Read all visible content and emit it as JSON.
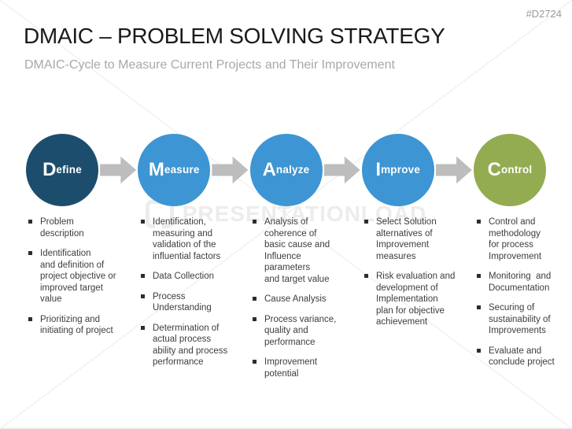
{
  "slide_id": "#D2724",
  "header": {
    "title": "DMAIC – PROBLEM SOLVING STRATEGY",
    "subtitle": "DMAIC-Cycle to Measure Current Projects and Their Improvement"
  },
  "watermark": {
    "text": "PRESENTATIONLOAD"
  },
  "colors": {
    "arrow": "#bdbdbd",
    "watermark": "#ececec"
  },
  "steps": [
    {
      "name": "Define",
      "initial": "D",
      "rest": "efine",
      "color": "#1d4d6d",
      "bullets": [
        "Problem\ndescription",
        "Identification\nand definition of\nproject objective or\nimproved target\nvalue",
        "Prioritizing and\ninitiating of project"
      ]
    },
    {
      "name": "Measure",
      "initial": "M",
      "rest": "easure",
      "color": "#3d95d3",
      "bullets": [
        "Identification,\nmeasuring and\nvalidation of the\ninfluential factors",
        "Data Collection",
        "Process\nUnderstanding",
        "Determination of\nactual process\nability and process\nperformance"
      ]
    },
    {
      "name": "Analyze",
      "initial": "A",
      "rest": "nalyze",
      "color": "#3d95d3",
      "bullets": [
        "Analysis of\ncoherence of\nbasic cause and\nInfluence\nparameters\nand target value",
        "Cause Analysis",
        "Process variance,\nquality and\nperformance",
        "Improvement\npotential"
      ]
    },
    {
      "name": "Improve",
      "initial": "I",
      "rest": "mprove",
      "color": "#3d95d3",
      "bullets": [
        "Select Solution\nalternatives of\nImprovement\nmeasures",
        "Risk evaluation and\ndevelopment of\nImplementation\nplan for objective\nachievement"
      ]
    },
    {
      "name": "Control",
      "initial": "C",
      "rest": "ontrol",
      "color": "#94ac51",
      "bullets": [
        "Control and\nmethodology\nfor process\nImprovement",
        "Monitoring  and\nDocumentation",
        "Securing of\nsustainability of\nImprovements",
        "Evaluate and\nconclude project"
      ]
    }
  ]
}
